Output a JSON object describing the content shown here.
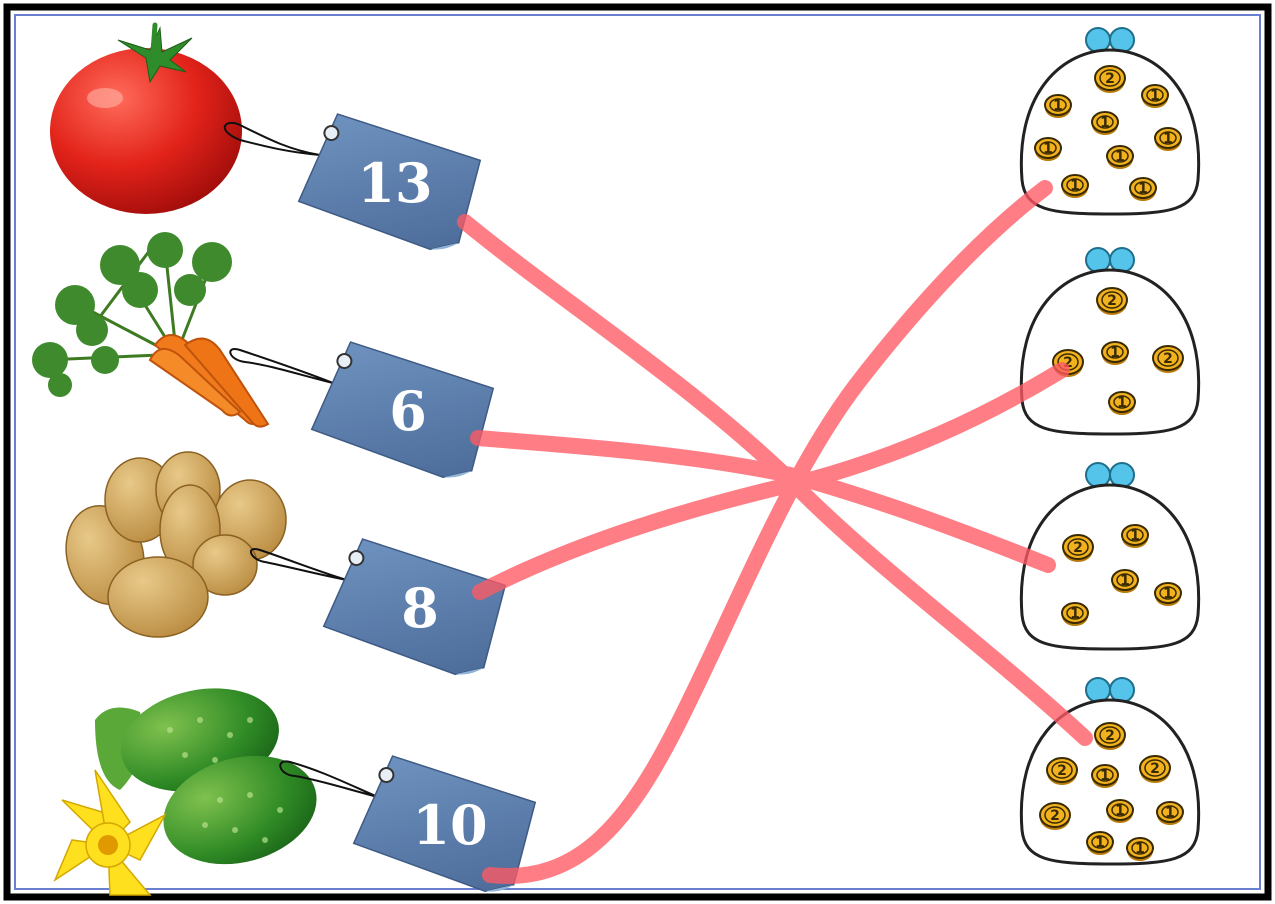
{
  "items": [
    {
      "name": "tomato-icon",
      "price": "13"
    },
    {
      "name": "carrot-icon",
      "price": "6"
    },
    {
      "name": "potato-icon",
      "price": "8"
    },
    {
      "name": "cucumber-icon",
      "price": "10"
    }
  ],
  "purses": [
    {
      "coins": [
        "2",
        "1",
        "1",
        "1",
        "1",
        "1",
        "1",
        "1",
        "1"
      ]
    },
    {
      "coins": [
        "2",
        "2",
        "1",
        "2",
        "1"
      ]
    },
    {
      "coins": [
        "1",
        "2",
        "1",
        "1",
        "1"
      ]
    },
    {
      "coins": [
        "2",
        "2",
        "1",
        "2",
        "2",
        "1",
        "1",
        "1",
        "1"
      ]
    }
  ],
  "colors": {
    "tag": "#5a7fae",
    "line": "#ff5a64",
    "coin": "#f2b21e",
    "clasp": "#55c4ea",
    "frame": "#000000"
  }
}
